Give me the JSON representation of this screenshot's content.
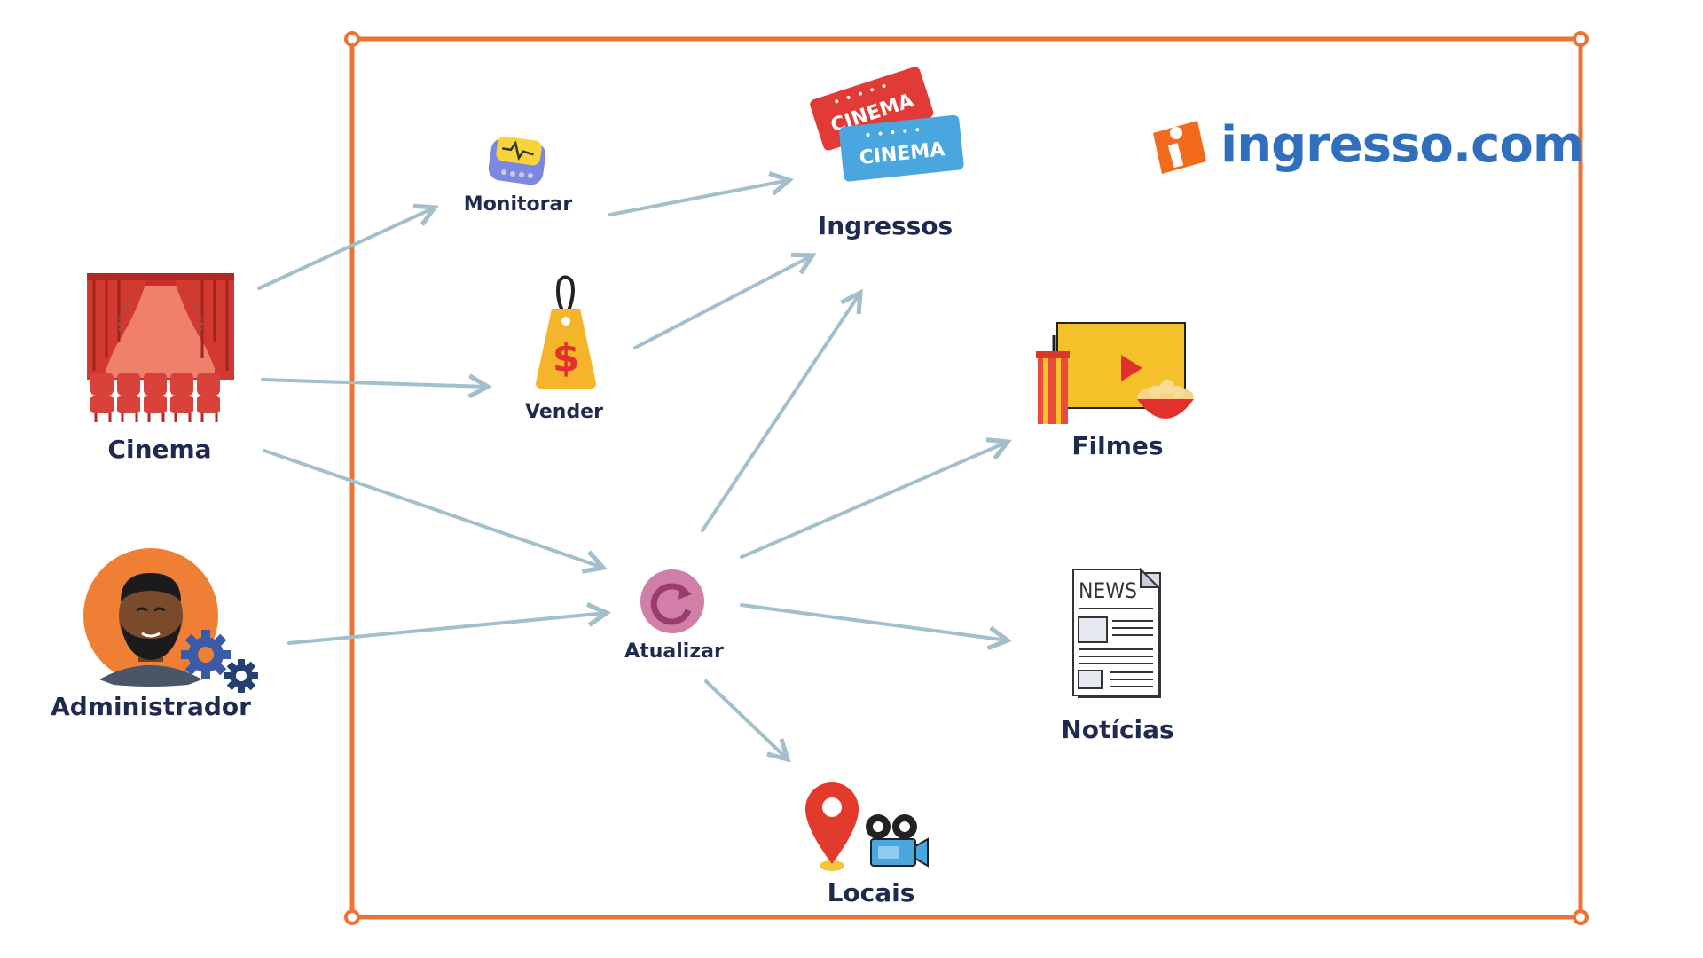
{
  "colors": {
    "boundary": "#ef7235",
    "arrow": "#a2bfcb",
    "label": "#1f2a50",
    "logo_text": "#2f6fbe",
    "logo_icon": "#f26a1b"
  },
  "brand": {
    "name": "ingresso.com"
  },
  "actors": [
    {
      "id": "cinema",
      "label": "Cinema",
      "icon": "theater-curtain-icon"
    },
    {
      "id": "admin",
      "label": "Administrador",
      "icon": "admin-avatar-icon"
    }
  ],
  "use_cases": [
    {
      "id": "monitorar",
      "label": "Monitorar",
      "icon": "monitor-device-icon"
    },
    {
      "id": "vender",
      "label": "Vender",
      "icon": "price-tag-icon"
    },
    {
      "id": "atualizar",
      "label": "Atualizar",
      "icon": "refresh-icon"
    }
  ],
  "entities": [
    {
      "id": "ingressos",
      "label": "Ingressos",
      "icon": "cinema-tickets-icon",
      "ticket_text": "CINEMA"
    },
    {
      "id": "filmes",
      "label": "Filmes",
      "icon": "movie-screen-icon"
    },
    {
      "id": "noticias",
      "label": "Notícias",
      "icon": "newspaper-icon",
      "paper_text": "NEWS"
    },
    {
      "id": "locais",
      "label": "Locais",
      "icon": "location-pin-icon"
    }
  ],
  "relations": [
    {
      "from": "cinema",
      "to": "monitorar"
    },
    {
      "from": "cinema",
      "to": "vender"
    },
    {
      "from": "cinema",
      "to": "atualizar"
    },
    {
      "from": "admin",
      "to": "atualizar"
    },
    {
      "from": "monitorar",
      "to": "ingressos"
    },
    {
      "from": "vender",
      "to": "ingressos"
    },
    {
      "from": "atualizar",
      "to": "ingressos"
    },
    {
      "from": "atualizar",
      "to": "filmes"
    },
    {
      "from": "atualizar",
      "to": "noticias"
    },
    {
      "from": "atualizar",
      "to": "locais"
    }
  ]
}
